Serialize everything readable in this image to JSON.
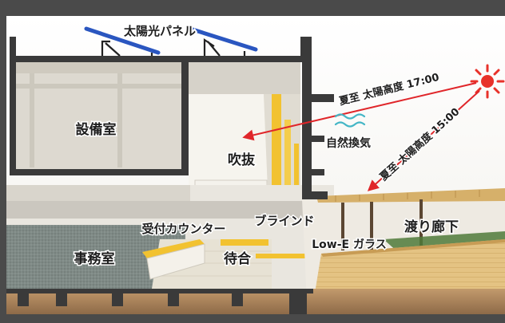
{
  "labels": {
    "solar_panel": "太陽光パネル",
    "equipment_room": "設備室",
    "atrium": "吹抜",
    "natural_ventilation": "自然換気",
    "summer_altitude_1700": "夏至 太陽高度 17:00",
    "summer_altitude_1500": "夏至 太陽高度 15:00",
    "reception_counter": "受付カウンター",
    "blind": "ブラインド",
    "low_e_glass": "Low-E ガラス",
    "waiting_area": "待合",
    "office": "事務室",
    "corridor": "渡り廊下"
  },
  "colors": {
    "frame_gray": "#4a4a4a",
    "concrete": "#d9d5cc",
    "wall_white": "#f1eee6",
    "section_cut": "#3a3a3a",
    "blind_yellow": "#f2c230",
    "wood_floor": "#e2c07e",
    "earth": "#a9805a",
    "ray_red": "#e0262a",
    "sun_red": "#e8322a",
    "panel_blue": "#2a56c0",
    "air_teal": "#44b6c6"
  }
}
